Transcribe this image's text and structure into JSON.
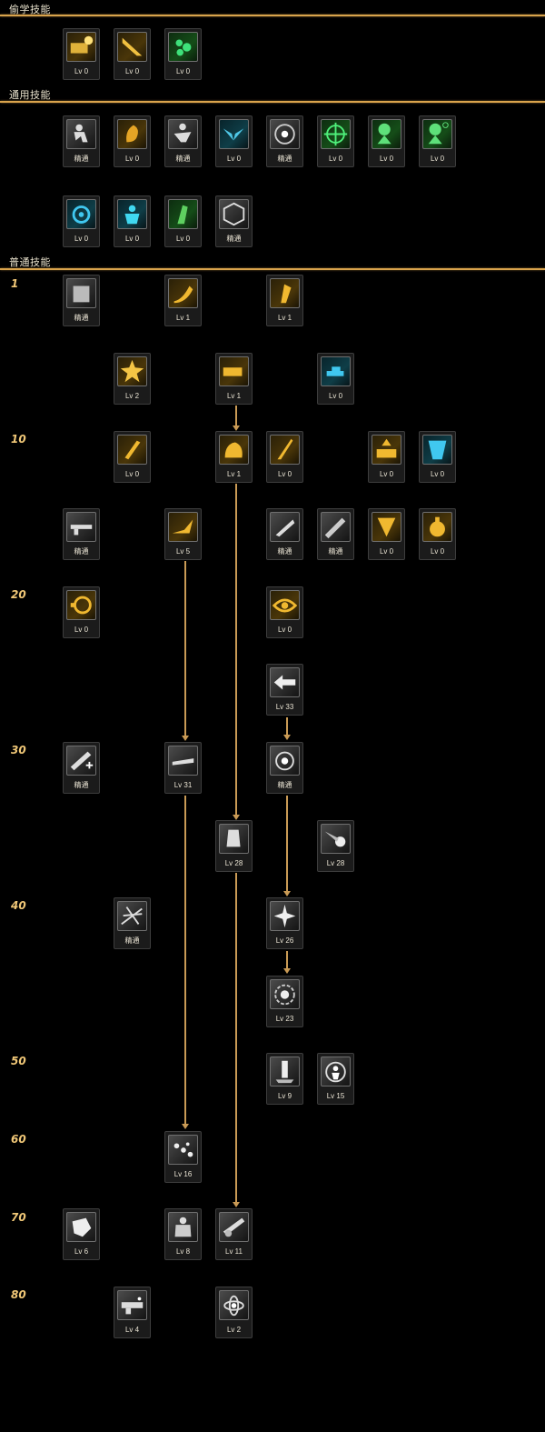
{
  "sections": {
    "steal": "偷学技能",
    "common": "通用技能",
    "normal": "普通技能"
  },
  "levels": [
    "1",
    "10",
    "20",
    "30",
    "40",
    "50",
    "60",
    "70",
    "80"
  ],
  "skills": {
    "s1": {
      "lv": "Lv 0",
      "icon": "gold"
    },
    "s2": {
      "lv": "Lv 0",
      "icon": "gold"
    },
    "s3": {
      "lv": "Lv 0",
      "icon": "green"
    },
    "c1": {
      "lv": "精通",
      "icon": "gray"
    },
    "c2": {
      "lv": "Lv 0",
      "icon": "gold"
    },
    "c3": {
      "lv": "精通",
      "icon": "gray"
    },
    "c4": {
      "lv": "Lv 0",
      "icon": "cyan"
    },
    "c5": {
      "lv": "精通",
      "icon": "gray"
    },
    "c6": {
      "lv": "Lv 0",
      "icon": "green"
    },
    "c7": {
      "lv": "Lv 0",
      "icon": "green"
    },
    "c8": {
      "lv": "Lv 0",
      "icon": "green"
    },
    "c9": {
      "lv": "Lv 0",
      "icon": "cyan"
    },
    "c10": {
      "lv": "Lv 0",
      "icon": "cyan"
    },
    "c11": {
      "lv": "Lv 0",
      "icon": "green"
    },
    "c12": {
      "lv": "精通",
      "icon": "gray"
    },
    "n1": {
      "lv": "精通",
      "icon": "gray"
    },
    "n2": {
      "lv": "Lv 1",
      "icon": "gold"
    },
    "n3": {
      "lv": "Lv 1",
      "icon": "gold"
    },
    "n4": {
      "lv": "Lv 2",
      "icon": "gold"
    },
    "n5": {
      "lv": "Lv 1",
      "icon": "gold"
    },
    "n6": {
      "lv": "Lv 0",
      "icon": "cyan"
    },
    "n7": {
      "lv": "Lv 0",
      "icon": "gold"
    },
    "n8": {
      "lv": "Lv 1",
      "icon": "gold"
    },
    "n9": {
      "lv": "Lv 0",
      "icon": "gold"
    },
    "n10": {
      "lv": "Lv 0",
      "icon": "gold"
    },
    "n11": {
      "lv": "Lv 0",
      "icon": "cyan"
    },
    "n12": {
      "lv": "精通",
      "icon": "gray"
    },
    "n13": {
      "lv": "Lv 5",
      "icon": "gold"
    },
    "n14": {
      "lv": "精通",
      "icon": "gray"
    },
    "n15": {
      "lv": "精通",
      "icon": "gray"
    },
    "n16": {
      "lv": "Lv 0",
      "icon": "gold"
    },
    "n17": {
      "lv": "Lv 0",
      "icon": "gold"
    },
    "n18": {
      "lv": "Lv 0",
      "icon": "gold"
    },
    "n19": {
      "lv": "Lv 0",
      "icon": "gold"
    },
    "n20": {
      "lv": "Lv 33",
      "icon": "gray"
    },
    "n21": {
      "lv": "精通",
      "icon": "gray"
    },
    "n22": {
      "lv": "Lv 31",
      "icon": "gray"
    },
    "n23": {
      "lv": "精通",
      "icon": "gray"
    },
    "n24": {
      "lv": "Lv 28",
      "icon": "gray"
    },
    "n25": {
      "lv": "Lv 28",
      "icon": "gray"
    },
    "n26": {
      "lv": "精通",
      "icon": "gray"
    },
    "n27": {
      "lv": "Lv 26",
      "icon": "gray"
    },
    "n28": {
      "lv": "Lv 23",
      "icon": "gray"
    },
    "n29": {
      "lv": "Lv 9",
      "icon": "gray"
    },
    "n30": {
      "lv": "Lv 15",
      "icon": "gray"
    },
    "n31": {
      "lv": "Lv 16",
      "icon": "gray"
    },
    "n32": {
      "lv": "Lv 6",
      "icon": "gray"
    },
    "n33": {
      "lv": "Lv 8",
      "icon": "gray"
    },
    "n34": {
      "lv": "Lv 11",
      "icon": "gray"
    },
    "n35": {
      "lv": "Lv 4",
      "icon": "gray"
    },
    "n36": {
      "lv": "Lv 2",
      "icon": "gray"
    }
  }
}
